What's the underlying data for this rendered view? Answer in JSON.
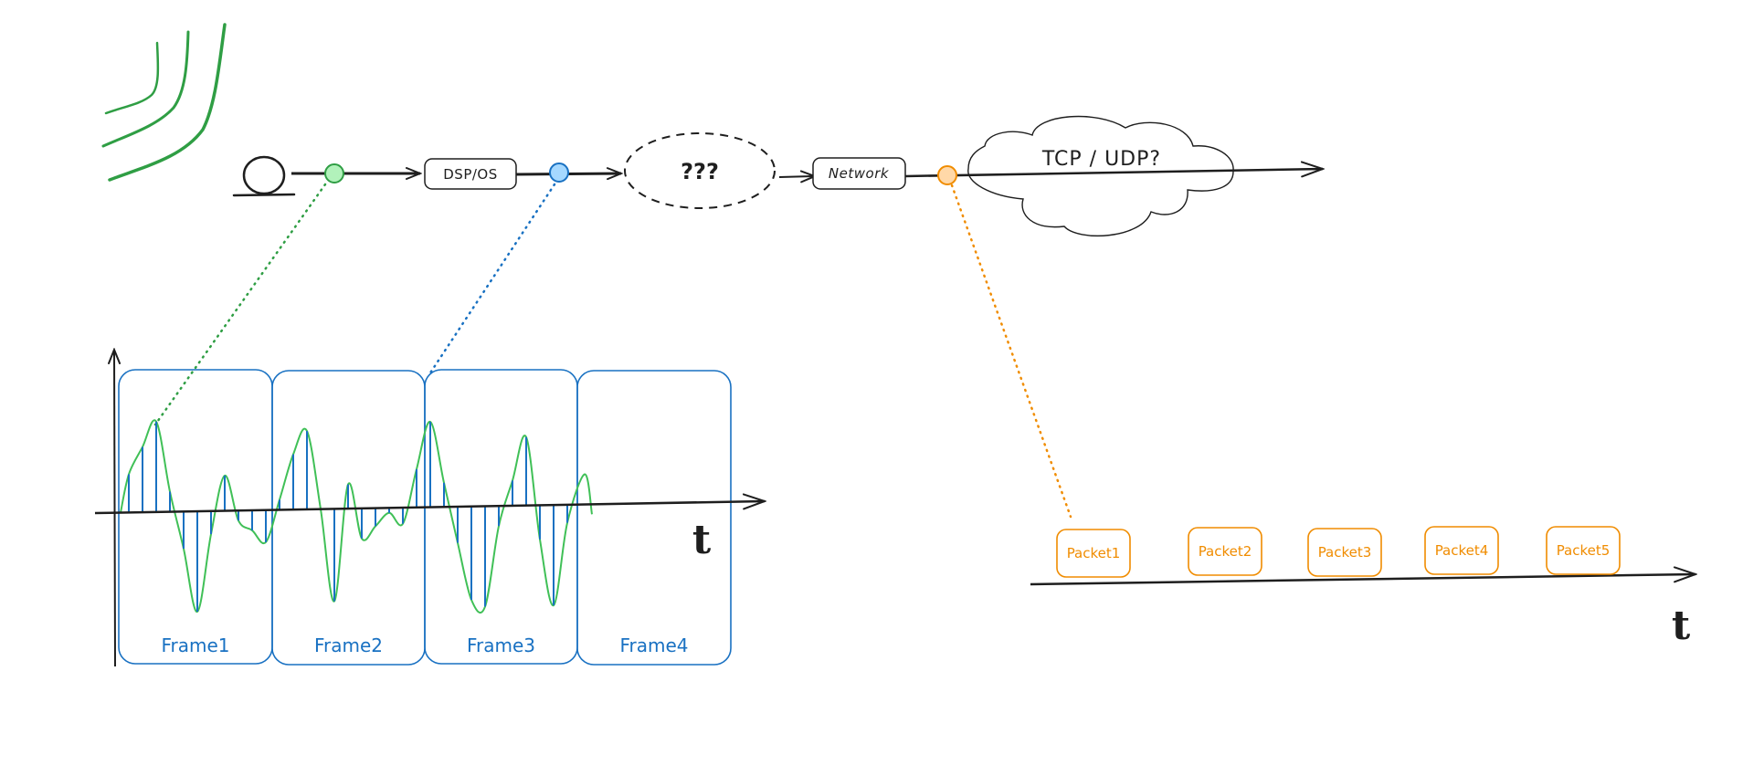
{
  "colors": {
    "ink": "#1e1e1e",
    "green": "#2f9e44",
    "green_fill": "#b2f2bb",
    "blue": "#1971c2",
    "blue_fill": "#a5d8ff",
    "orange": "#f08c00",
    "orange_fill": "#ffd8a8",
    "wave": "#40c057"
  },
  "pipeline": {
    "source_icon": "antenna-waves-icon",
    "microphone_icon": "microphone-circle-icon",
    "dsp_label": "DSP/OS",
    "unknown_label": "???",
    "network_label": "Network",
    "cloud_label": "TCP / UDP?",
    "taps": [
      {
        "name": "raw-audio-tap",
        "color": "green"
      },
      {
        "name": "frames-tap",
        "color": "blue"
      },
      {
        "name": "packets-tap",
        "color": "orange"
      }
    ]
  },
  "frames_plot": {
    "time_axis_label": "t",
    "frames": [
      {
        "label": "Frame1"
      },
      {
        "label": "Frame2"
      },
      {
        "label": "Frame3"
      },
      {
        "label": "Frame4"
      }
    ],
    "samples": [
      {
        "frame": 1,
        "value": 0.38
      },
      {
        "frame": 1,
        "value": 0.65
      },
      {
        "frame": 1,
        "value": 0.9
      },
      {
        "frame": 1,
        "value": 0.2
      },
      {
        "frame": 1,
        "value": -0.37
      },
      {
        "frame": 1,
        "value": -1.0
      },
      {
        "frame": 1,
        "value": -0.23
      },
      {
        "frame": 1,
        "value": 0.35
      },
      {
        "frame": 1,
        "value": -0.1
      },
      {
        "frame": 1,
        "value": -0.2
      },
      {
        "frame": 1,
        "value": -0.32
      },
      {
        "frame": 2,
        "value": 0.1
      },
      {
        "frame": 2,
        "value": 0.55
      },
      {
        "frame": 2,
        "value": 0.78
      },
      {
        "frame": 2,
        "value": 0.0
      },
      {
        "frame": 2,
        "value": -0.92
      },
      {
        "frame": 2,
        "value": 0.24
      },
      {
        "frame": 2,
        "value": -0.3
      },
      {
        "frame": 2,
        "value": -0.18
      },
      {
        "frame": 2,
        "value": -0.05
      },
      {
        "frame": 2,
        "value": -0.16
      },
      {
        "frame": 2,
        "value": 0.38
      },
      {
        "frame": 3,
        "value": 0.85
      },
      {
        "frame": 3,
        "value": 0.24
      },
      {
        "frame": 3,
        "value": -0.36
      },
      {
        "frame": 3,
        "value": -0.93
      },
      {
        "frame": 3,
        "value": -1.0
      },
      {
        "frame": 3,
        "value": -0.2
      },
      {
        "frame": 3,
        "value": 0.25
      },
      {
        "frame": 3,
        "value": 0.68
      },
      {
        "frame": 3,
        "value": -0.34
      },
      {
        "frame": 3,
        "value": -1.0
      },
      {
        "frame": 3,
        "value": -0.18
      }
    ]
  },
  "packets_plot": {
    "time_axis_label": "t",
    "packets": [
      {
        "label": "Packet1"
      },
      {
        "label": "Packet2"
      },
      {
        "label": "Packet3"
      },
      {
        "label": "Packet4"
      },
      {
        "label": "Packet5"
      }
    ]
  }
}
